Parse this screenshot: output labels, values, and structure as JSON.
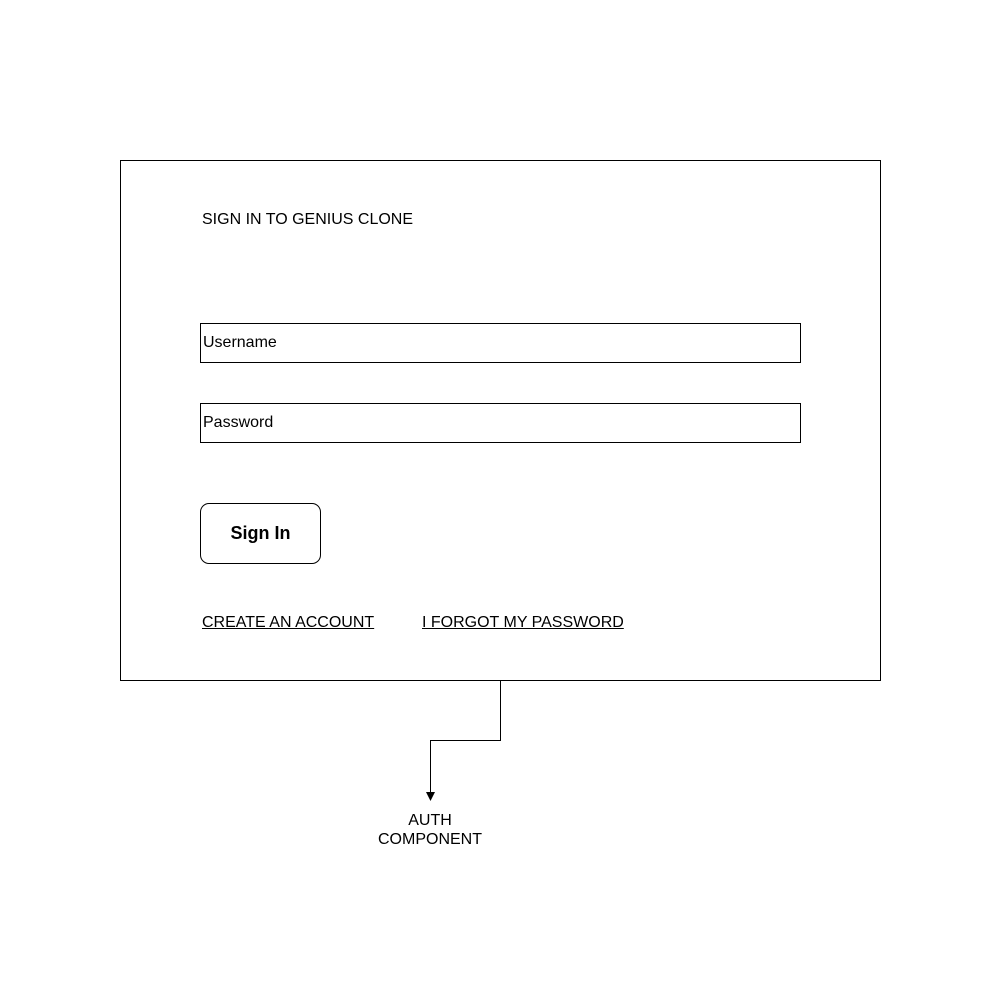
{
  "form": {
    "title": "SIGN IN TO GENIUS CLONE",
    "username_placeholder": "Username",
    "password_placeholder": "Password",
    "signin_label": "Sign In",
    "create_account_label": "CREATE AN ACCOUNT",
    "forgot_password_label": "I FORGOT MY PASSWORD"
  },
  "annotation": {
    "line1": "AUTH",
    "line2": "COMPONENT"
  }
}
